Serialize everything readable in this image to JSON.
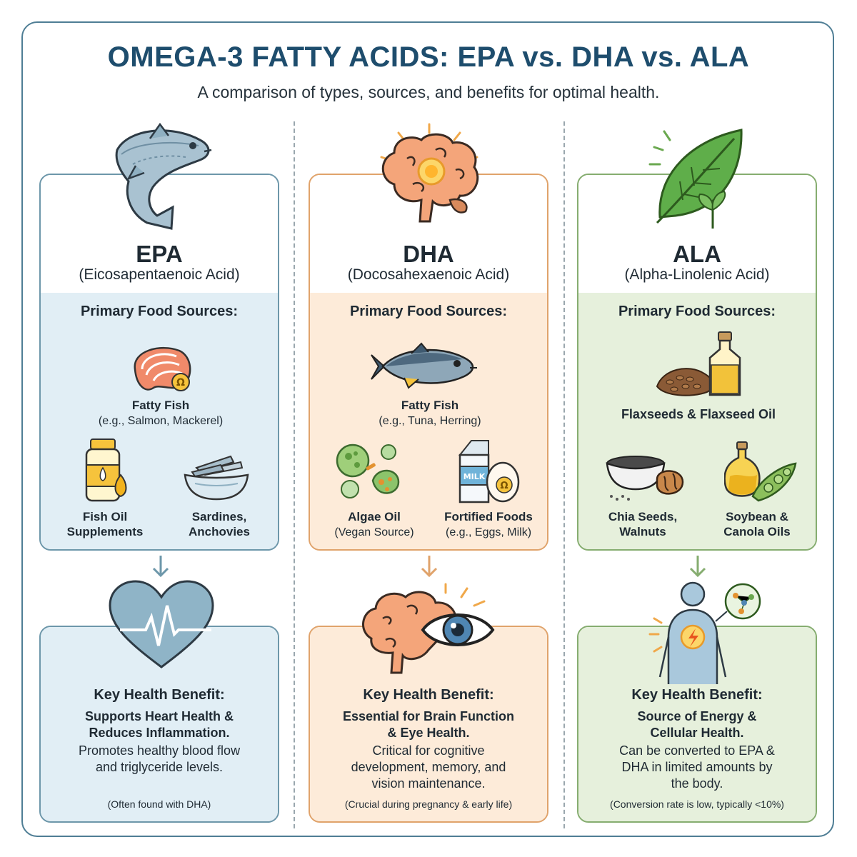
{
  "title": "OMEGA-3 FATTY ACIDS: EPA vs. DHA vs. ALA",
  "subtitle": "A comparison of types, sources, and benefits for optimal health.",
  "sources_heading": "Primary Food Sources:",
  "benefit_heading": "Key Health Benefit:",
  "colors": {
    "epa": "#6d97aa",
    "dha": "#e0a36b",
    "ala": "#86ad70",
    "title": "#1e4d6d"
  },
  "epa": {
    "acronym": "EPA",
    "full_name": "(Eicosapentaenoic Acid)",
    "icon": "fish-icon",
    "sources": [
      {
        "name": "Fatty Fish",
        "detail": "(e.g., Salmon, Mackerel)",
        "icon": "salmon-steak-icon"
      },
      {
        "name": "Fish Oil\nSupplements",
        "icon": "supplement-bottle-icon"
      },
      {
        "name": "Sardines,\nAnchovies",
        "icon": "sardine-bowl-icon"
      }
    ],
    "benefit_icon": "heart-pulse-icon",
    "benefit_title": "Supports Heart Health &\nReduces Inflammation.",
    "benefit_desc": "Promotes healthy blood flow\nand triglyceride levels.",
    "note": "(Often found with DHA)"
  },
  "dha": {
    "acronym": "DHA",
    "full_name": "(Docosahexaenoic Acid)",
    "icon": "brain-icon",
    "sources": [
      {
        "name": "Fatty Fish",
        "detail": "(e.g., Tuna, Herring)",
        "icon": "tuna-icon"
      },
      {
        "name": "Algae Oil",
        "detail": "(Vegan Source)",
        "icon": "algae-icon"
      },
      {
        "name": "Fortified Foods",
        "detail": "(e.g., Eggs, Milk)",
        "icon": "milk-egg-icon",
        "carton_label": "MILK"
      }
    ],
    "benefit_icon": "brain-eye-icon",
    "benefit_title": "Essential for Brain Function\n& Eye Health.",
    "benefit_desc": "Critical for cognitive\ndevelopment, memory, and\nvision maintenance.",
    "note": "(Crucial during pregnancy & early life)"
  },
  "ala": {
    "acronym": "ALA",
    "full_name": "(Alpha-Linolenic Acid)",
    "icon": "leaf-icon",
    "sources": [
      {
        "name": "Flaxseeds & Flaxseed Oil",
        "icon": "flaxseed-oil-icon"
      },
      {
        "name": "Chia Seeds,\nWalnuts",
        "icon": "chia-walnut-icon"
      },
      {
        "name": "Soybean &\nCanola Oils",
        "icon": "soybean-oil-icon"
      }
    ],
    "benefit_icon": "energy-body-icon",
    "benefit_title": "Source of Energy &\nCellular Health.",
    "benefit_desc": "Can be converted to EPA &\nDHA in limited amounts by\nthe body.",
    "note": "(Conversion rate is low, typically <10%)"
  },
  "omega_symbol": "Ω"
}
